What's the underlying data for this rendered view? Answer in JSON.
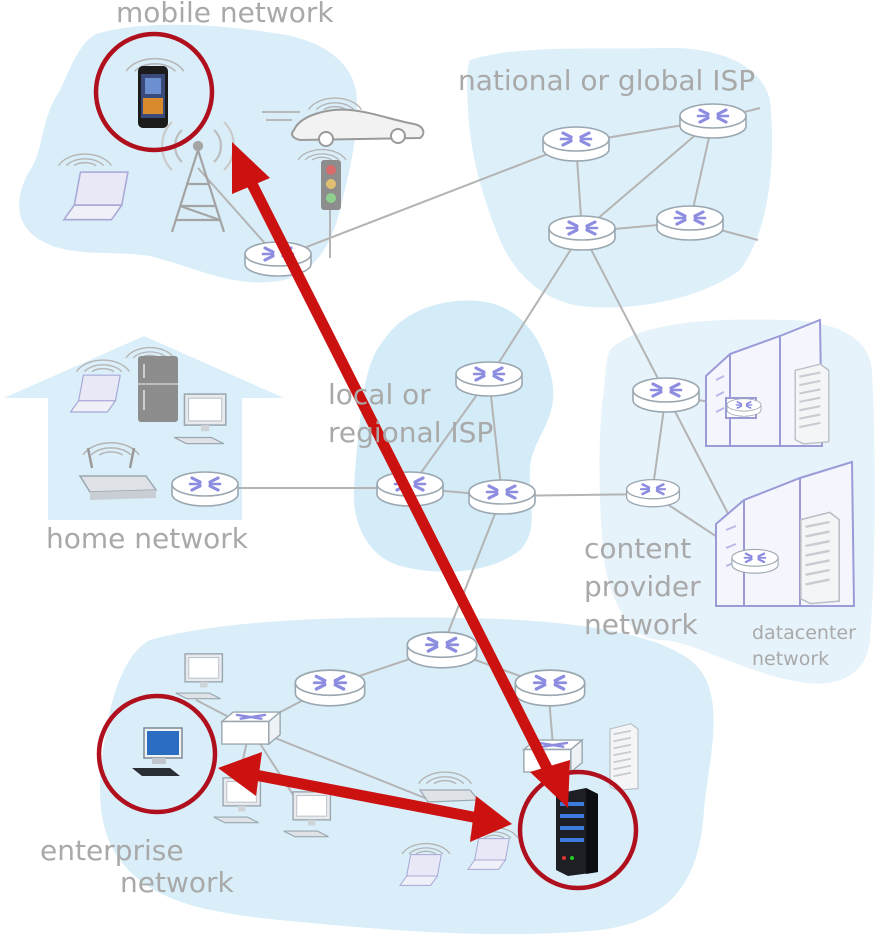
{
  "labels": {
    "mobile_network": "mobile network",
    "national_isp": "national or global ISP",
    "local_isp_line1": "local or",
    "local_isp_line2": "regional ISP",
    "home_network": "home network",
    "content_line1": "content",
    "content_line2": "provider",
    "content_line3": "network",
    "datacenter_line1": "datacenter",
    "datacenter_line2": "network",
    "enterprise_line1": "enterprise",
    "enterprise_line2": "network"
  },
  "colors": {
    "region_fill": "#d9eef9",
    "link": "#b4b4b4",
    "router_body": "#ffffff",
    "router_outline": "#9aa7b0",
    "router_mark": "#8c8ce0",
    "building": "#9b9bd8",
    "arrow": "#cc1111",
    "highlight_circle": "#b0101e",
    "label": "#a9a9a9"
  },
  "icons": {
    "router": "router-icon",
    "switch": "switch-icon",
    "phone": "smartphone-icon",
    "car": "car-icon",
    "traffic_light": "traffic-light-icon",
    "tower": "cell-tower-icon",
    "laptop": "laptop-icon",
    "desktop": "desktop-computer-icon",
    "fridge": "refrigerator-icon",
    "wifi_ap": "wifi-access-point-icon",
    "server": "server-icon",
    "datacenter": "datacenter-building-icon"
  }
}
